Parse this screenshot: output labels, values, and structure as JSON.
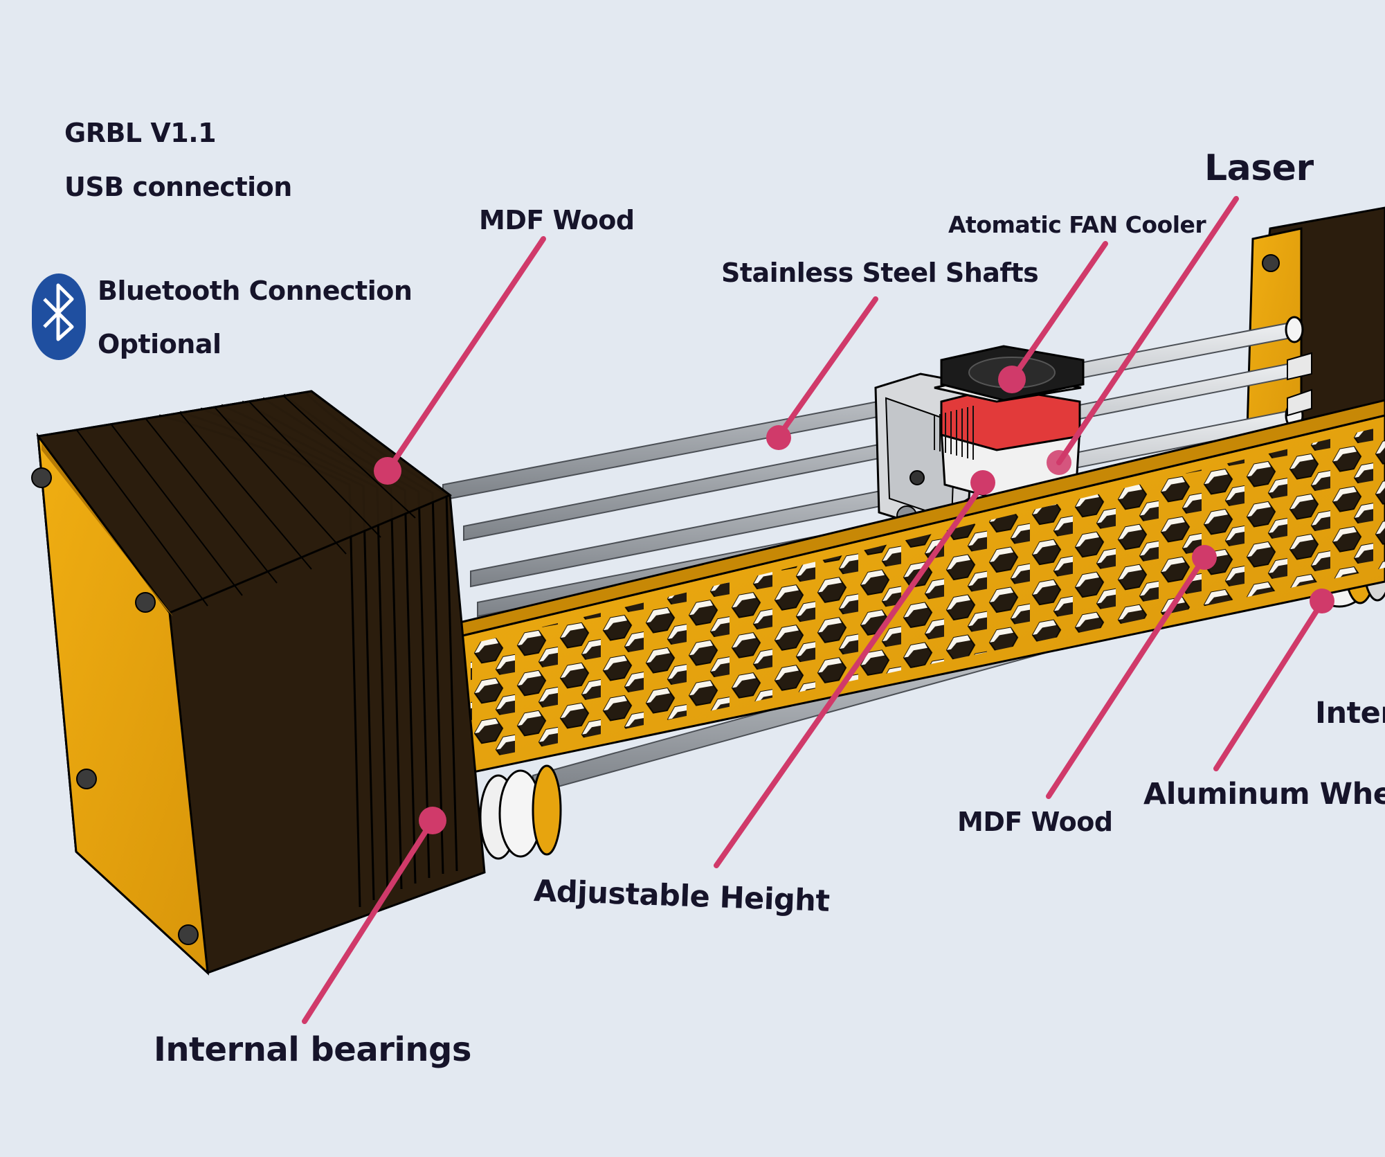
{
  "specs": {
    "firmware": "GRBL V1.1",
    "usb": "USB connection",
    "bluetooth_line1": "Bluetooth Connection",
    "bluetooth_line2": "Optional"
  },
  "labels": {
    "mdf_wood_top": "MDF Wood",
    "stainless_steel_shafts": "Stainless Steel Shafts",
    "fan_cooler": "Atomatic FAN Cooler",
    "laser": "Laser",
    "internal_bearings_left": "Internal bearings",
    "adjustable_height": "Adjustable Height",
    "mdf_wood_bottom": "MDF Wood",
    "aluminum_wheels": "Aluminum Whee",
    "internal_bearings_right": "Inter"
  },
  "colors": {
    "background": "#e3e9f1",
    "mdf_orange": "#e7a40e",
    "end_block_dark": "#2b1d0d",
    "callout_pink": "#d03a6a",
    "shaft_grey": "#a9adb2",
    "bluetooth_blue": "#1f4fa0"
  },
  "icons": [
    "bluetooth-icon"
  ]
}
